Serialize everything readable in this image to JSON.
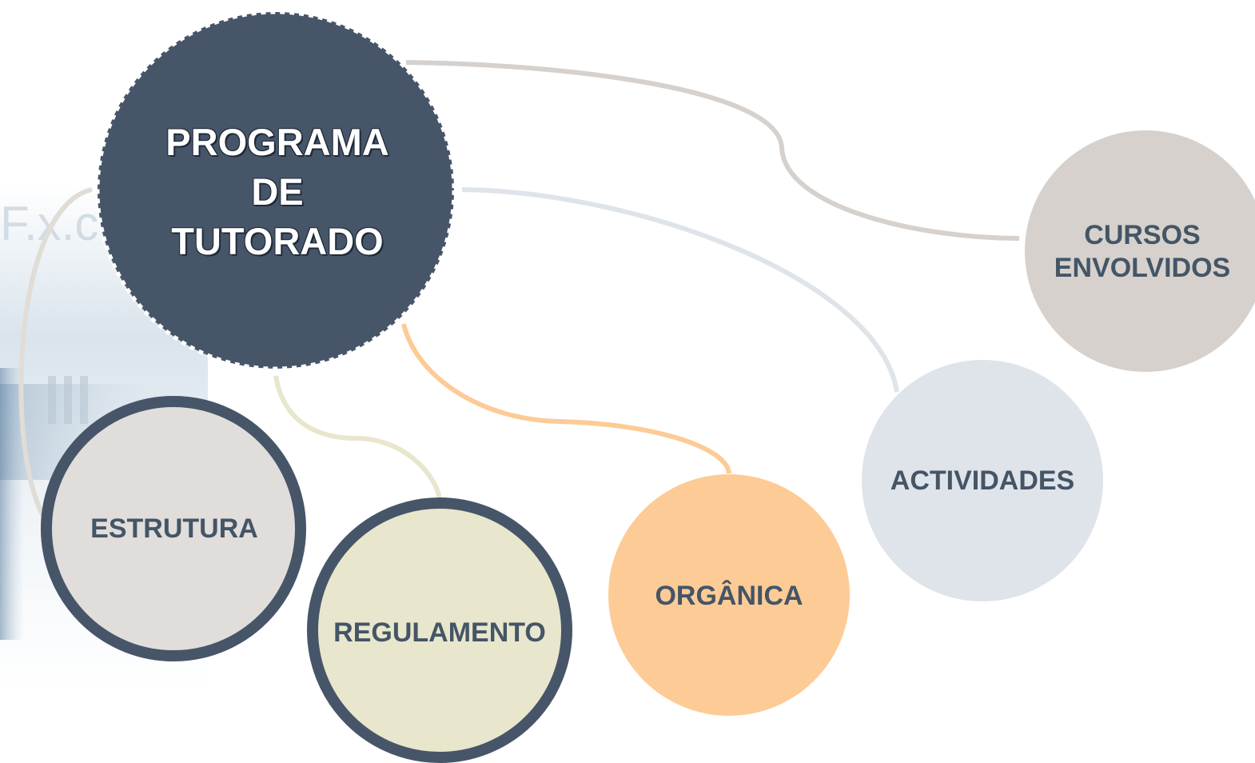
{
  "hub": {
    "line1": "PROGRAMA",
    "line2": "DE",
    "line3": "TUTORADO",
    "fill": "#475569",
    "border": "#ffffff"
  },
  "nodes": {
    "estrutura": {
      "label": "ESTRUTURA",
      "fill": "#e1dddb",
      "border": "#475569"
    },
    "regulamento": {
      "label": "REGULAMENTO",
      "fill": "#e8e6cc",
      "border": "#475569"
    },
    "organica": {
      "label": "ORGÂNICA",
      "fill": "#fdcb96"
    },
    "actividades": {
      "label": "ACTIVIDADES",
      "fill": "#dfe3ea"
    },
    "cursos": {
      "line1": "CURSOS",
      "line2": "ENVOLVIDOS",
      "fill": "#d6d1cd"
    }
  },
  "colors": {
    "text": "#445566",
    "connector_estrutura": "#e0dcd6",
    "connector_regulamento": "#e8e6cc",
    "connector_organica": "#fdcb96",
    "connector_actividades": "#dfe3ea",
    "connector_cursos": "#d6d1cd"
  }
}
